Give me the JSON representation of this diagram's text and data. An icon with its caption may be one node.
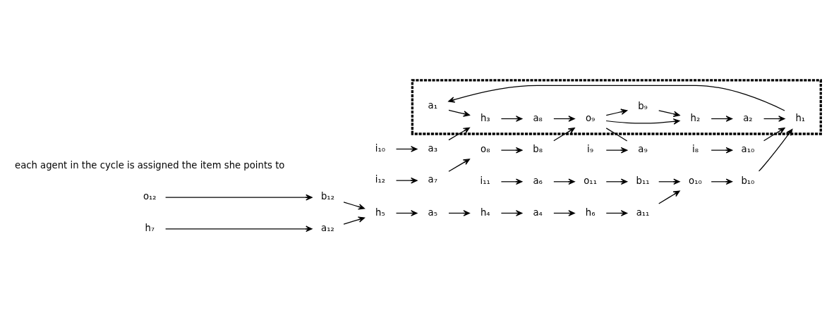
{
  "diagram": {
    "nodes": [
      {
        "text": [
          "i₁₀"
        ]
      },
      {
        "text": [
          "a₃"
        ]
      },
      {
        "text": [
          "b₈"
        ]
      },
      {
        "text": [
          "o₈"
        ]
      },
      {
        "text": [
          "a₇"
        ]
      },
      {
        "text": [
          "i₁₂"
        ]
      },
      {
        "text": [
          "i₈"
        ]
      },
      {
        "text": [],
        "shape": "box"
      },
      {
        "text": [
          "a₁"
        ],
        "in": 7
      },
      {
        "text": [
          "h₃"
        ],
        "in": 7
      },
      {
        "text": [
          "a₈"
        ],
        "in": 7
      },
      {
        "text": [
          "o₉"
        ],
        "in": 7
      },
      {
        "text": [
          "a₁₀"
        ]
      },
      {
        "text": [
          "b₁₀"
        ]
      },
      {
        "text": [
          "h₁"
        ],
        "in": 7
      },
      {
        "text": [
          "a₂"
        ],
        "in": 7
      },
      {
        "text": [
          "h₂"
        ],
        "in": 7
      },
      {
        "text": [
          "b₉"
        ],
        "in": 7
      },
      {
        "text": [
          "a₉"
        ]
      },
      {
        "text": [
          "i₉"
        ]
      },
      {
        "text": [
          "o₁₀"
        ]
      },
      {
        "text": [
          "b₁₁"
        ]
      },
      {
        "text": [
          "o₁₁"
        ]
      },
      {
        "text": [
          "a₆"
        ]
      },
      {
        "text": [
          "i₁₁"
        ]
      },
      {
        "text": [
          "a₁₁"
        ]
      },
      {
        "text": [
          "h₆"
        ]
      },
      {
        "text": [
          "a₄"
        ]
      },
      {
        "text": [
          "h₄"
        ]
      },
      {
        "text": [
          "o₁₂"
        ]
      },
      {
        "text": [
          "b₁₂"
        ]
      },
      {
        "text": [
          "h₅"
        ]
      },
      {
        "text": [
          "a₅"
        ]
      },
      {
        "text": [
          "h₇"
        ]
      },
      {
        "text": [
          "a₁₂"
        ]
      }
    ],
    "edges": [
      {
        "from": 0,
        "to": 1,
        "arrow": "to"
      },
      {
        "from": 1,
        "to": 9,
        "arrow": "to"
      },
      {
        "from": 3,
        "to": 2,
        "arrow": "to"
      },
      {
        "from": 4,
        "to": 3,
        "arrow": "to"
      },
      {
        "from": 5,
        "to": 4,
        "arrow": "to"
      },
      {
        "from": 2,
        "to": 11,
        "arrow": "to"
      },
      {
        "from": 6,
        "to": 12,
        "arrow": "to"
      },
      {
        "from": 8,
        "to": 9,
        "arrow": "to"
      },
      {
        "from": 9,
        "to": 10,
        "arrow": "to"
      },
      {
        "from": 10,
        "to": 11,
        "arrow": "to"
      },
      {
        "from": 11,
        "to": 16,
        "arrow": "to"
      },
      {
        "from": 11,
        "to": 17,
        "arrow": "to"
      },
      {
        "from": 11,
        "to": 18,
        "arrow": "none"
      },
      {
        "from": 12,
        "to": 14,
        "arrow": "to"
      },
      {
        "from": 13,
        "to": 14,
        "arrow": "to"
      },
      {
        "from": 14,
        "to": 8,
        "arrow": "to"
      },
      {
        "from": 15,
        "to": 14,
        "arrow": "to"
      },
      {
        "from": 16,
        "to": 15,
        "arrow": "to"
      },
      {
        "from": 17,
        "to": 16,
        "arrow": "to"
      },
      {
        "from": 19,
        "to": 18,
        "arrow": "to"
      },
      {
        "from": 20,
        "to": 13,
        "arrow": "to"
      },
      {
        "from": 21,
        "to": 20,
        "arrow": "to"
      },
      {
        "from": 22,
        "to": 21,
        "arrow": "to"
      },
      {
        "from": 23,
        "to": 22,
        "arrow": "to"
      },
      {
        "from": 24,
        "to": 23,
        "arrow": "to"
      },
      {
        "from": 25,
        "to": 20,
        "arrow": "to"
      },
      {
        "from": 26,
        "to": 25,
        "arrow": "to"
      },
      {
        "from": 27,
        "to": 26,
        "arrow": "to"
      },
      {
        "from": 28,
        "to": 27,
        "arrow": "to"
      },
      {
        "from": 29,
        "to": 30,
        "arrow": "to"
      },
      {
        "from": 30,
        "to": 31,
        "arrow": "to"
      },
      {
        "from": 31,
        "to": 32,
        "arrow": "to"
      },
      {
        "from": 32,
        "to": 28,
        "arrow": "to"
      },
      {
        "from": 33,
        "to": 34,
        "arrow": "to"
      },
      {
        "from": 34,
        "to": 31,
        "arrow": "to"
      }
    ],
    "labels": [
      "each agent in the cycle is assigned the item she points to"
    ]
  }
}
